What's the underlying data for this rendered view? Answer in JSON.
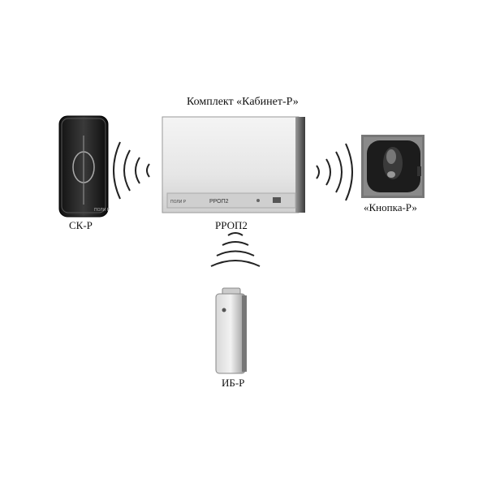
{
  "title": "Комплект «Кабинет-Р»",
  "devices": {
    "reader": {
      "label": "СК-Р",
      "logo": "ПОЛИ Р"
    },
    "panel": {
      "label": "РРОП2",
      "model_text": "РРОП2",
      "brand_text": "ПОЛИ Р"
    },
    "button": {
      "label": "«Кнопка-Р»"
    },
    "keyfob": {
      "label": "ИБ-Р"
    }
  },
  "icons": {
    "reader": "rfid-reader-icon",
    "panel": "control-panel-icon",
    "button": "wireless-button-icon",
    "keyfob": "key-fob-icon",
    "signal": "radio-waves-icon"
  }
}
